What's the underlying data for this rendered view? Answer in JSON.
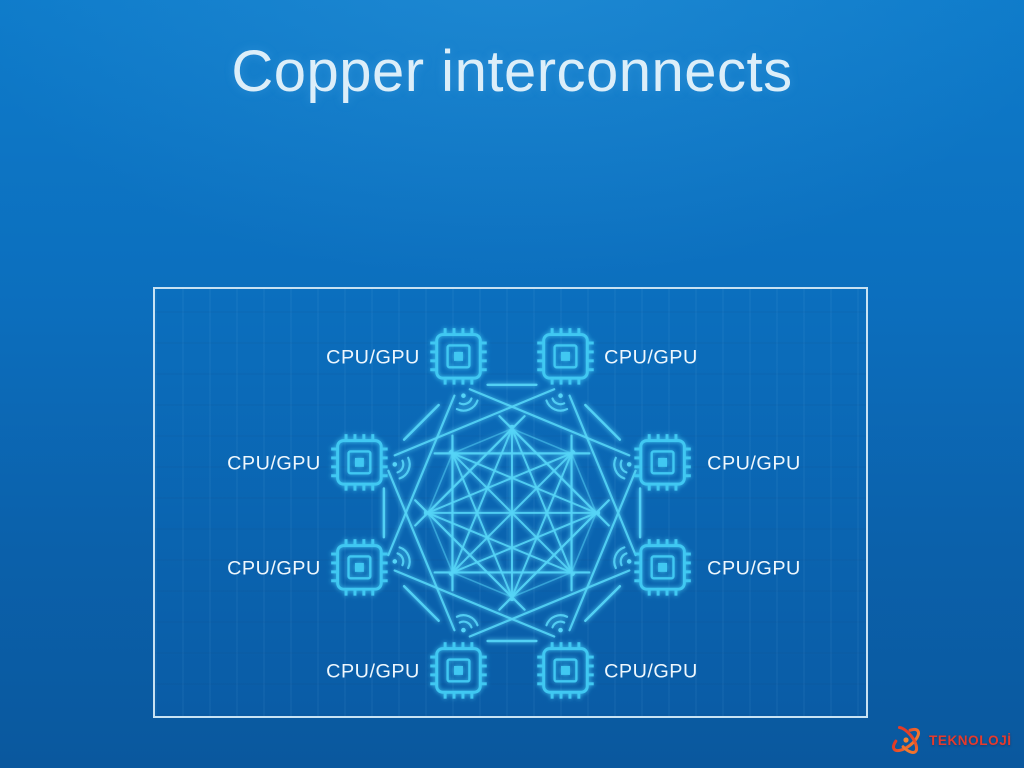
{
  "title": "Copper interconnects",
  "diagram": {
    "nodes": [
      {
        "id": "top-left",
        "label": "CPU/GPU"
      },
      {
        "id": "top-right",
        "label": "CPU/GPU"
      },
      {
        "id": "right-upper",
        "label": "CPU/GPU"
      },
      {
        "id": "right-lower",
        "label": "CPU/GPU"
      },
      {
        "id": "bottom-right",
        "label": "CPU/GPU"
      },
      {
        "id": "bottom-left",
        "label": "CPU/GPU"
      },
      {
        "id": "left-lower",
        "label": "CPU/GPU"
      },
      {
        "id": "left-upper",
        "label": "CPU/GPU"
      }
    ]
  },
  "watermark": {
    "text": "TEKNOLOJİ"
  },
  "colors": {
    "background_top": "#0e7bca",
    "background_bottom": "#0a589e",
    "panel_border": "#d9edf8",
    "net_line": "#55d4f7",
    "chip": "#3fc8f2",
    "node_label": "#eef7fd",
    "title": "#dceef9",
    "watermark_red": "#e63a2c",
    "watermark_orange": "#f5832e"
  }
}
